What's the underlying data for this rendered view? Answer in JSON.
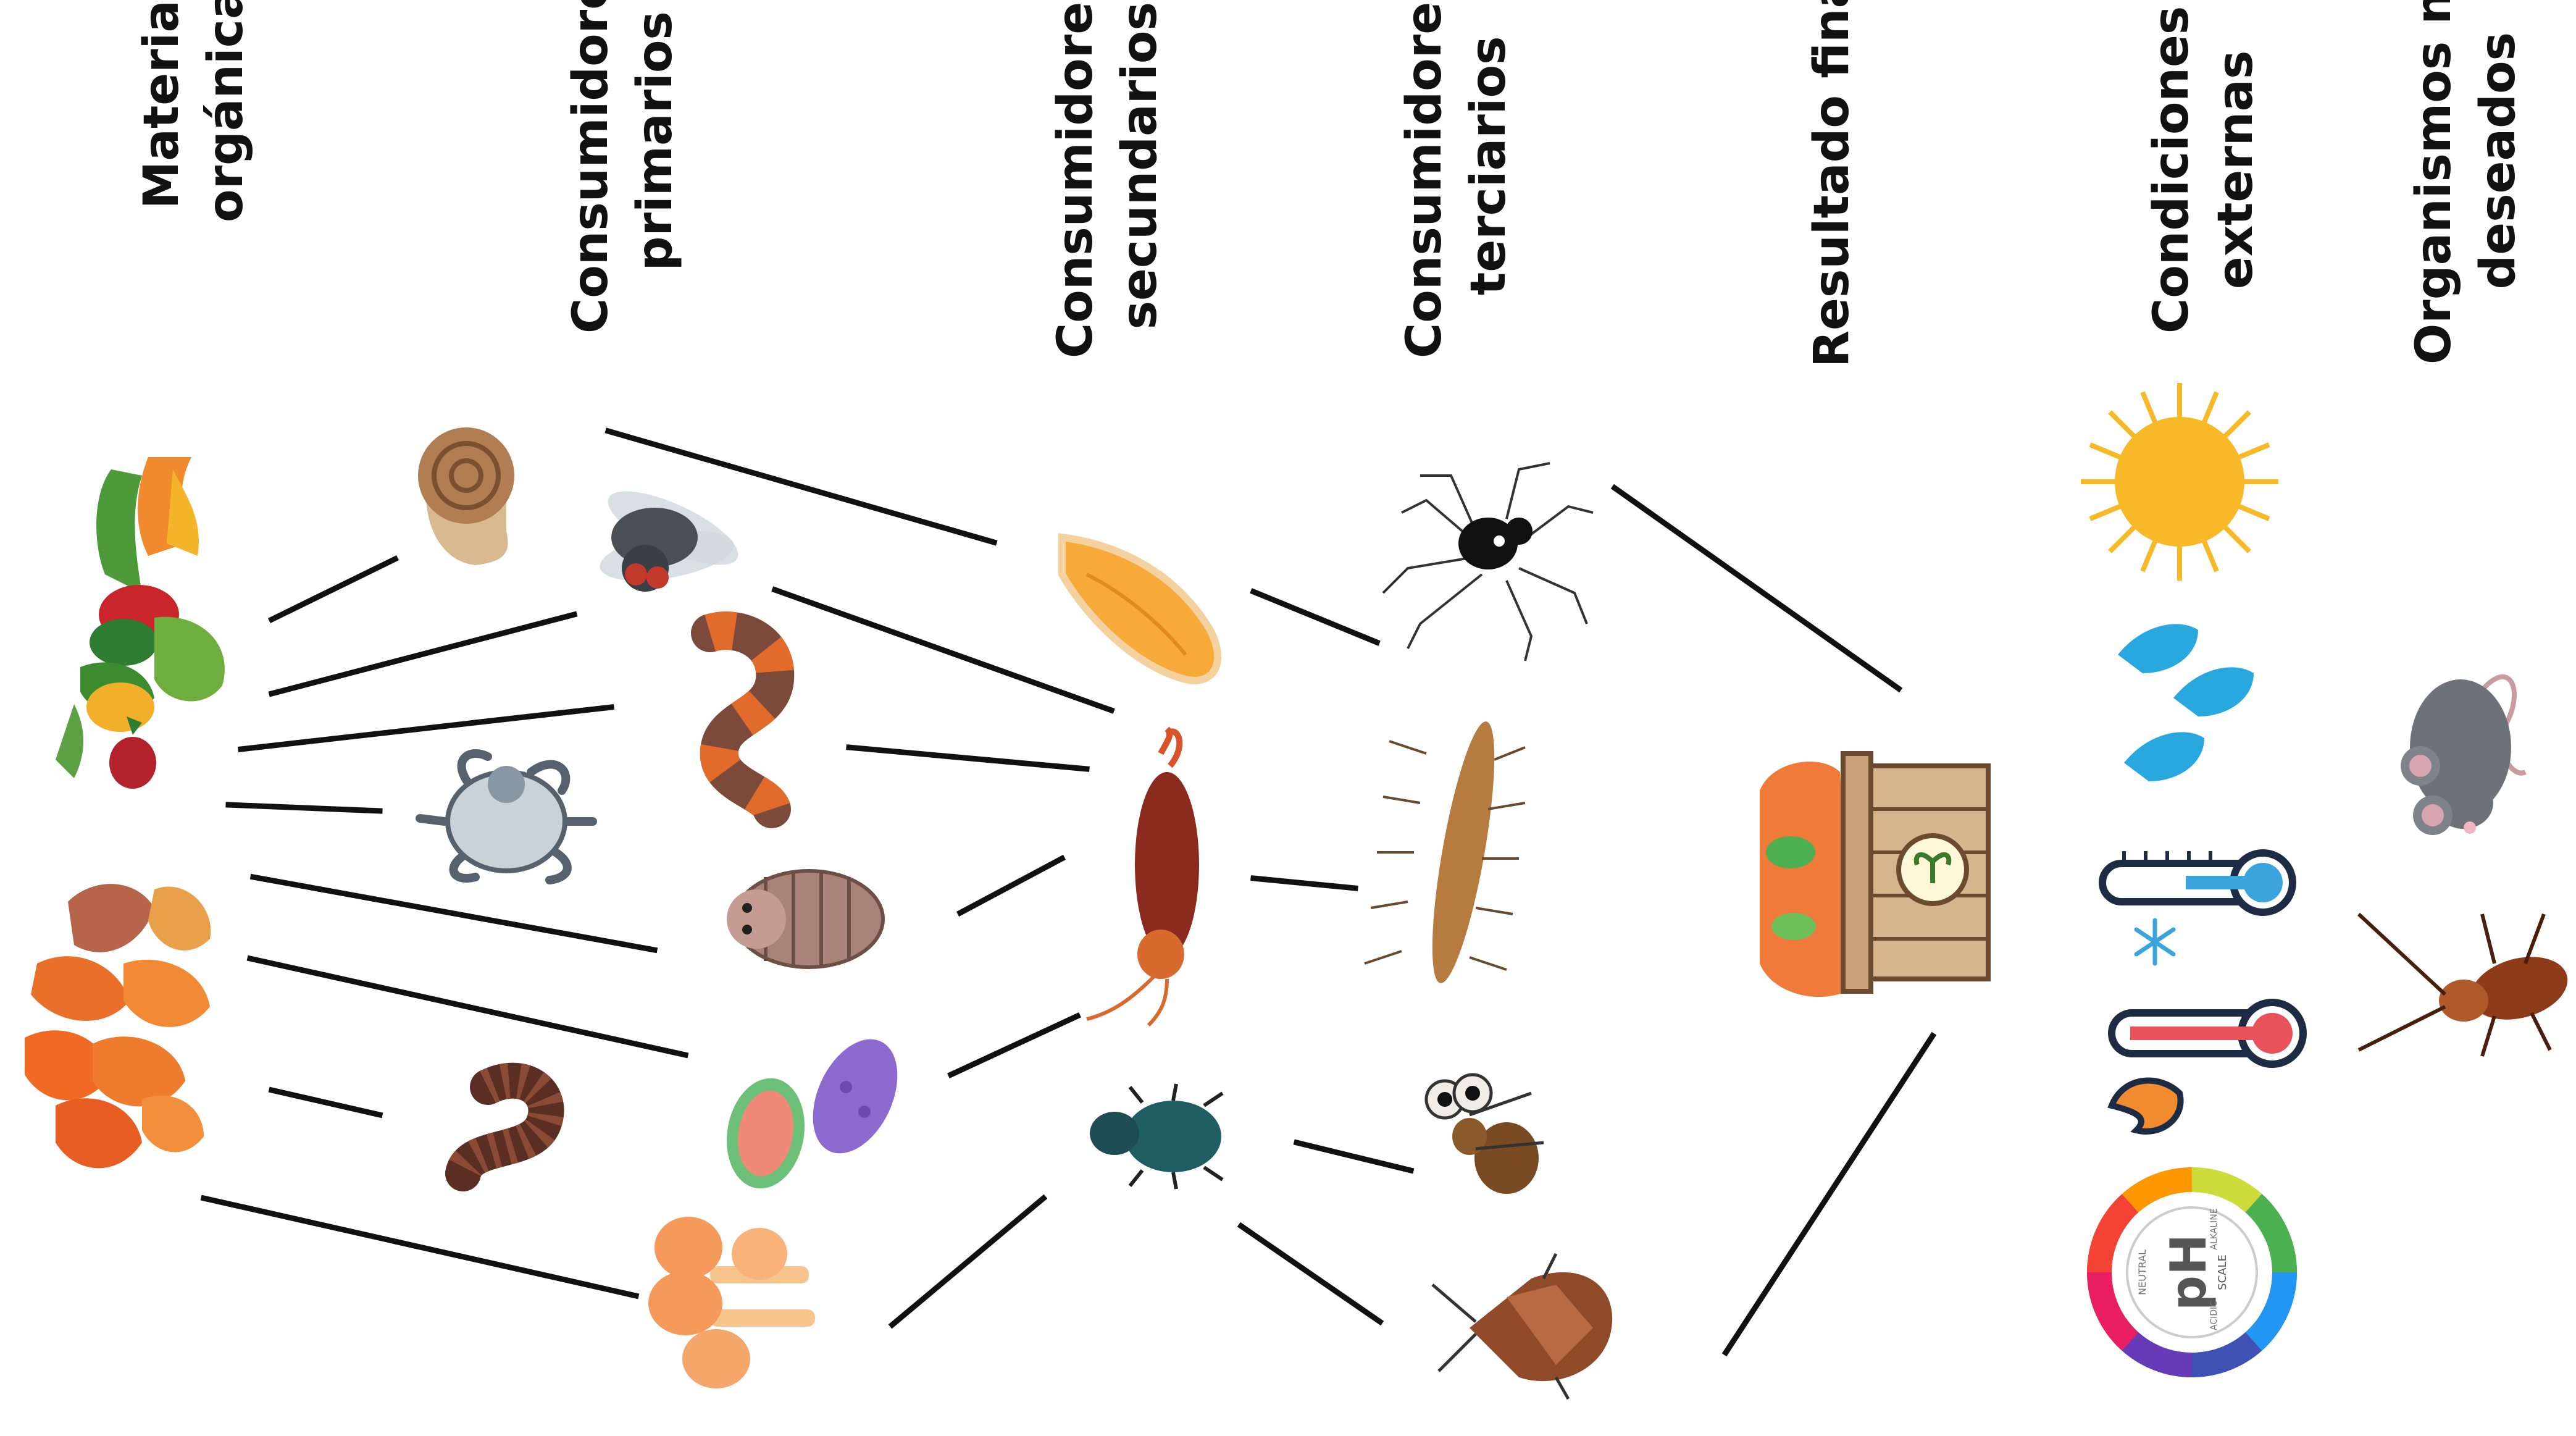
{
  "columns": {
    "materia": {
      "line1": "Materia",
      "line2": "orgánica"
    },
    "primarios": {
      "line1": "Consumidores",
      "line2": "primarios"
    },
    "secundarios": {
      "line1": "Consumidores",
      "line2": "secundarios"
    },
    "terciarios": {
      "line1": "Consumidores",
      "line2": "terciarios"
    },
    "resultado": {
      "line1": "Resultado final",
      "line2": ""
    },
    "condiciones": {
      "line1": "Condiciones",
      "line2": "externas"
    },
    "no_deseados": {
      "line1": "Organismos no",
      "line2": "deseados"
    }
  },
  "ph_icon": {
    "label": "pH",
    "scale_text": "SCALE",
    "neutral": "NEUTRAL",
    "alkaline": "ALKALINE",
    "acidic": "ACIDIC"
  },
  "colors": {
    "line": "#111111",
    "sun": "#f7b928",
    "water": "#29a8e0",
    "cold": "#3ba4dc",
    "hot": "#e8525b",
    "fire": "#f28b30",
    "compost_box": "#c9a27a",
    "leaf_orange": "#f07a2a",
    "mushroom": "#f59a5a"
  }
}
